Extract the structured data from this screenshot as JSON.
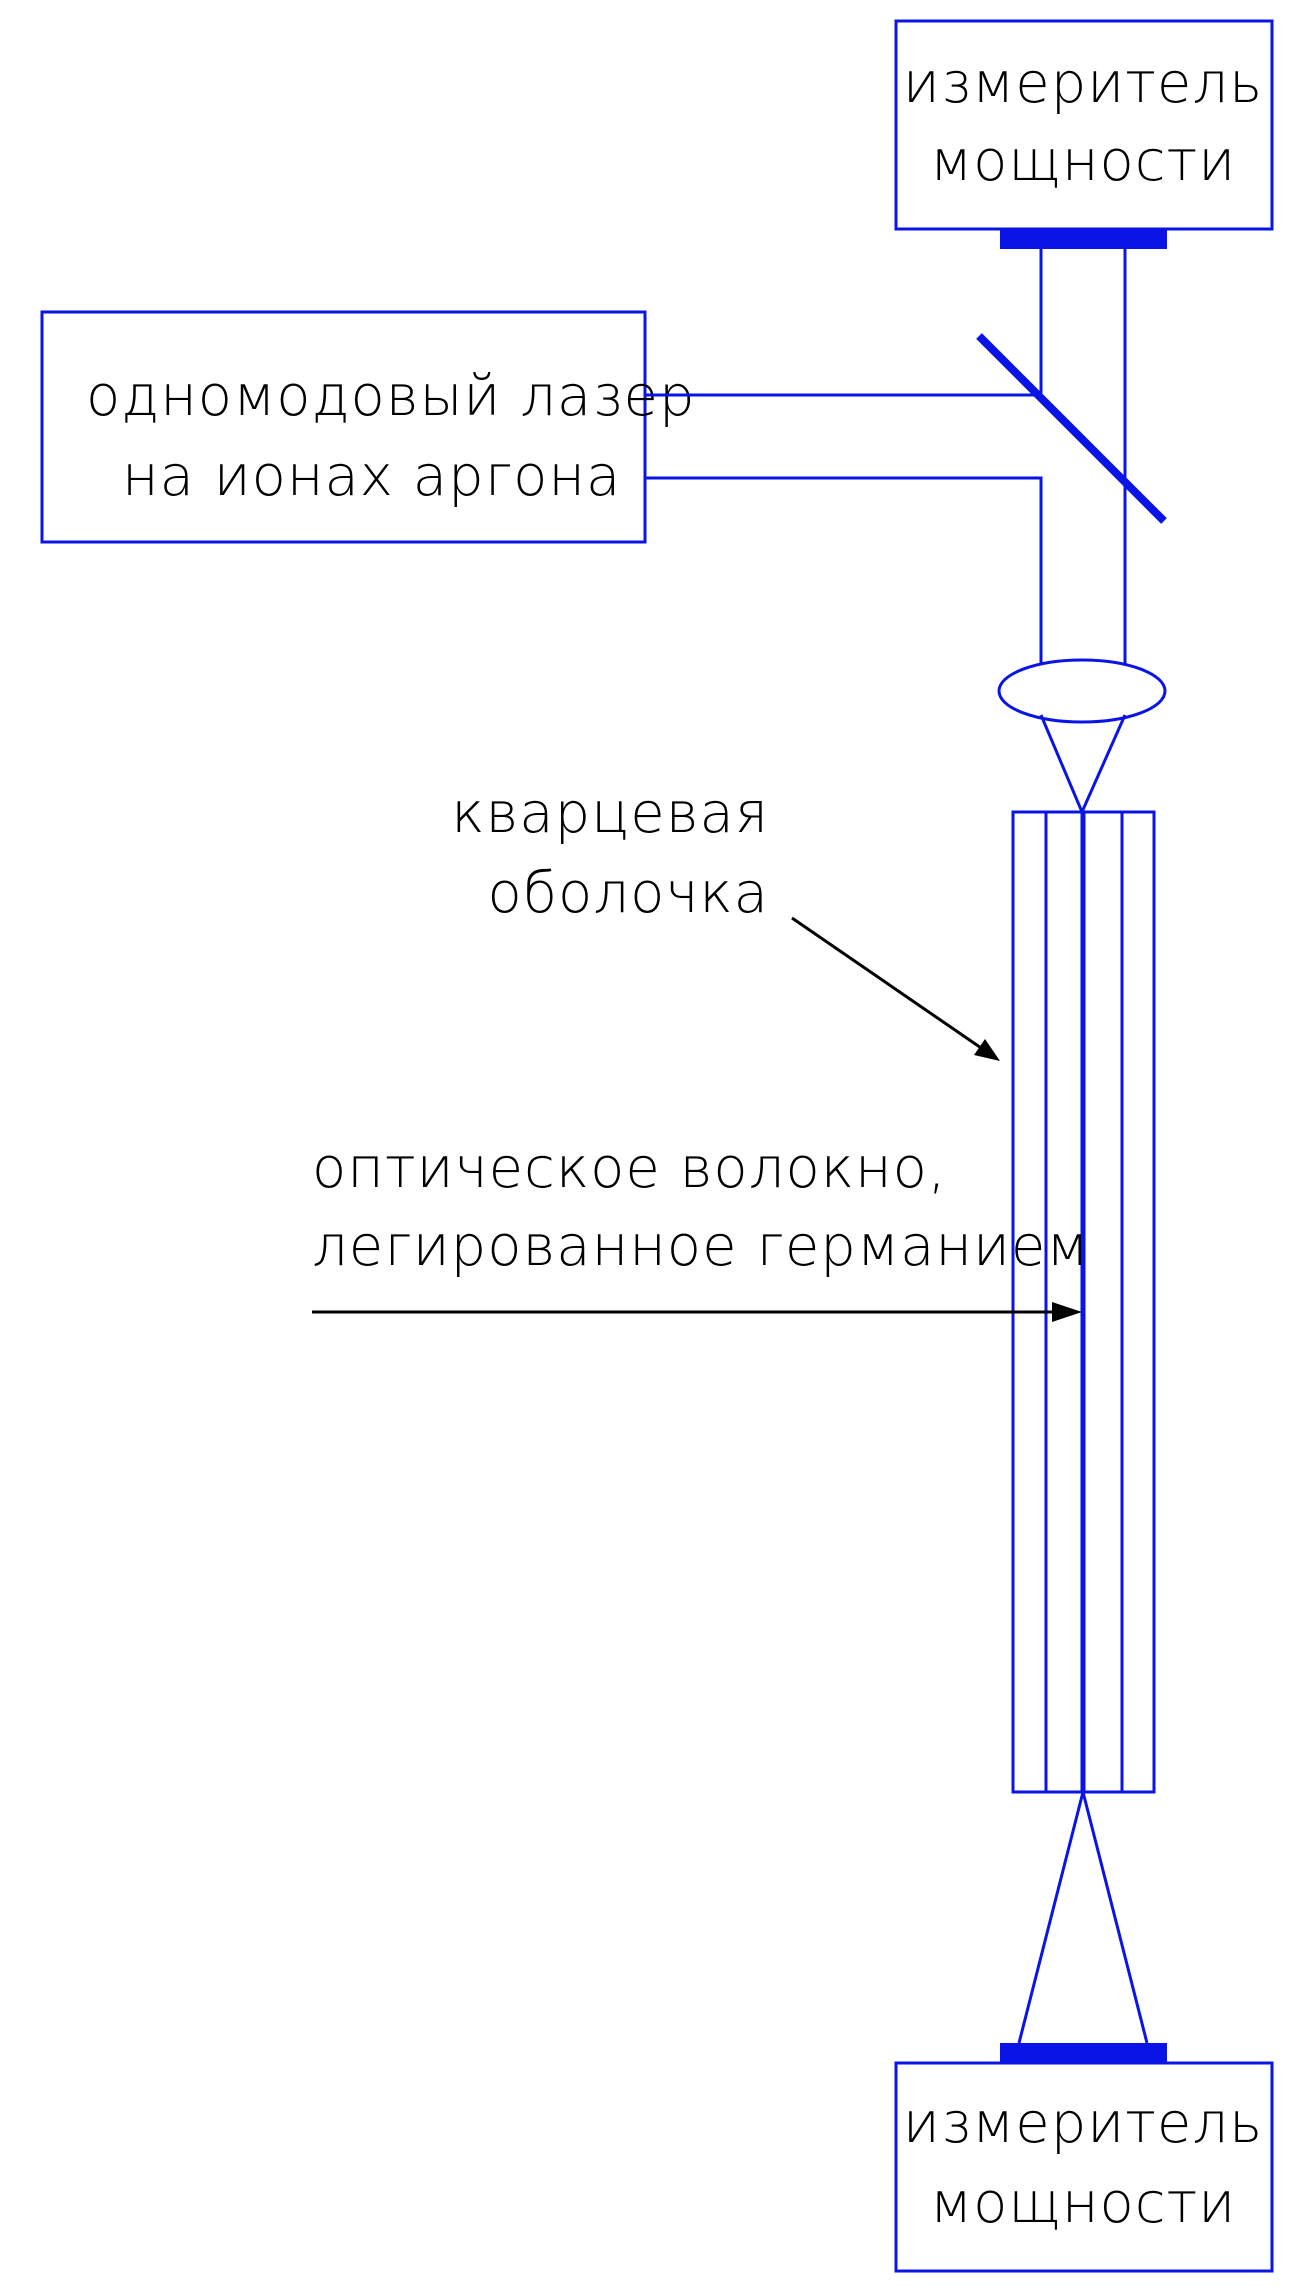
{
  "diagram": {
    "power_meter_top": {
      "line1": "измеритель",
      "line2": "мощности"
    },
    "laser": {
      "line1": "одномодовый лазер",
      "line2": "на ионах аргона"
    },
    "cladding_label": {
      "line1": "кварцевая",
      "line2": "оболочка"
    },
    "fiber_label": {
      "line1": "оптическое волокно,",
      "line2": "легированное германием"
    },
    "power_meter_bottom": {
      "line1": "измеритель",
      "line2": "мощности"
    }
  },
  "colors": {
    "component_stroke": "#0a14e6",
    "label_text": "#000000"
  }
}
